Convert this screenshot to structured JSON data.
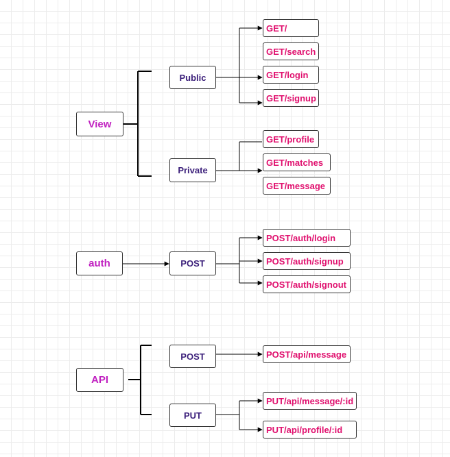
{
  "groups": {
    "view": {
      "label": "View",
      "public": {
        "label": "Public",
        "routes": [
          "GET/",
          "GET/search",
          "GET/login",
          "GET/signup"
        ]
      },
      "private": {
        "label": "Private",
        "routes": [
          "GET/profile",
          "GET/matches",
          "GET/message"
        ]
      }
    },
    "auth": {
      "label": "auth",
      "post": {
        "label": "POST",
        "routes": [
          "POST/auth/login",
          "POST/auth/signup",
          "POST/auth/signout"
        ]
      }
    },
    "api": {
      "label": "API",
      "post": {
        "label": "POST",
        "routes": [
          "POST/api/message"
        ]
      },
      "put": {
        "label": "PUT",
        "routes": [
          "PUT/api/message/:id",
          "PUT/api/profile/:id"
        ]
      }
    }
  },
  "colors": {
    "root_text": "#c020c0",
    "mid_text": "#3b1f7a",
    "leaf_text": "#e0106e",
    "line": "#000000",
    "border": "#333333"
  }
}
